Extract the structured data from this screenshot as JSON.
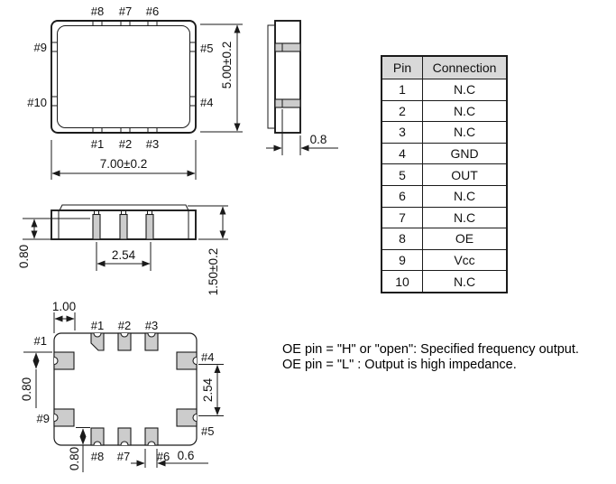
{
  "drawing": {
    "top_view": {
      "pin_labels_top": [
        "#8",
        "#7",
        "#6"
      ],
      "pin_labels_bottom": [
        "#1",
        "#2",
        "#3"
      ],
      "pin_label_left_upper": "#9",
      "pin_label_left_lower": "#10",
      "pin_label_right_upper": "#5",
      "pin_label_right_lower": "#4",
      "width_dim": "7.00±0.2",
      "height_dim": "5.00±0.2"
    },
    "side_view": {
      "base_thickness_dim": "0.8"
    },
    "front_view": {
      "pad_height_dim": "0.80",
      "pad_span_dim": "2.54",
      "total_height_dim": "1.50±0.2"
    },
    "bottom_view": {
      "corner_pad_dim": "1.00",
      "pin_labels_top": [
        "#1",
        "#2",
        "#3"
      ],
      "pin_label_left_upper": "#1",
      "pin_label_left_lower": "#9",
      "pin_label_right_upper": "#4",
      "pin_label_right_lower": "#5",
      "pin_labels_bottom": [
        "#8",
        "#7",
        "#6"
      ],
      "pad_height_left_dim": "0.80",
      "pad_pitch_right_dim": "2.54",
      "pad_height_bottom_dim": "0.80",
      "pad_width_dim": "0.6"
    }
  },
  "pin_table": {
    "headers": [
      "Pin",
      "Connection"
    ],
    "rows": [
      [
        "1",
        "N.C"
      ],
      [
        "2",
        "N.C"
      ],
      [
        "3",
        "N.C"
      ],
      [
        "4",
        "GND"
      ],
      [
        "5",
        "OUT"
      ],
      [
        "6",
        "N.C"
      ],
      [
        "7",
        "N.C"
      ],
      [
        "8",
        "OE"
      ],
      [
        "9",
        "Vcc"
      ],
      [
        "10",
        "N.C"
      ]
    ]
  },
  "notes": {
    "line1": "OE pin = \"H\" or \"open\": Specified frequency output.",
    "line2": "OE pin = \"L\" : Output is high impedance."
  },
  "colors": {
    "line": "#1a1a1a",
    "pad_fill": "#cccccc",
    "table_header_bg": "#d9d9d9",
    "background": "#ffffff"
  }
}
